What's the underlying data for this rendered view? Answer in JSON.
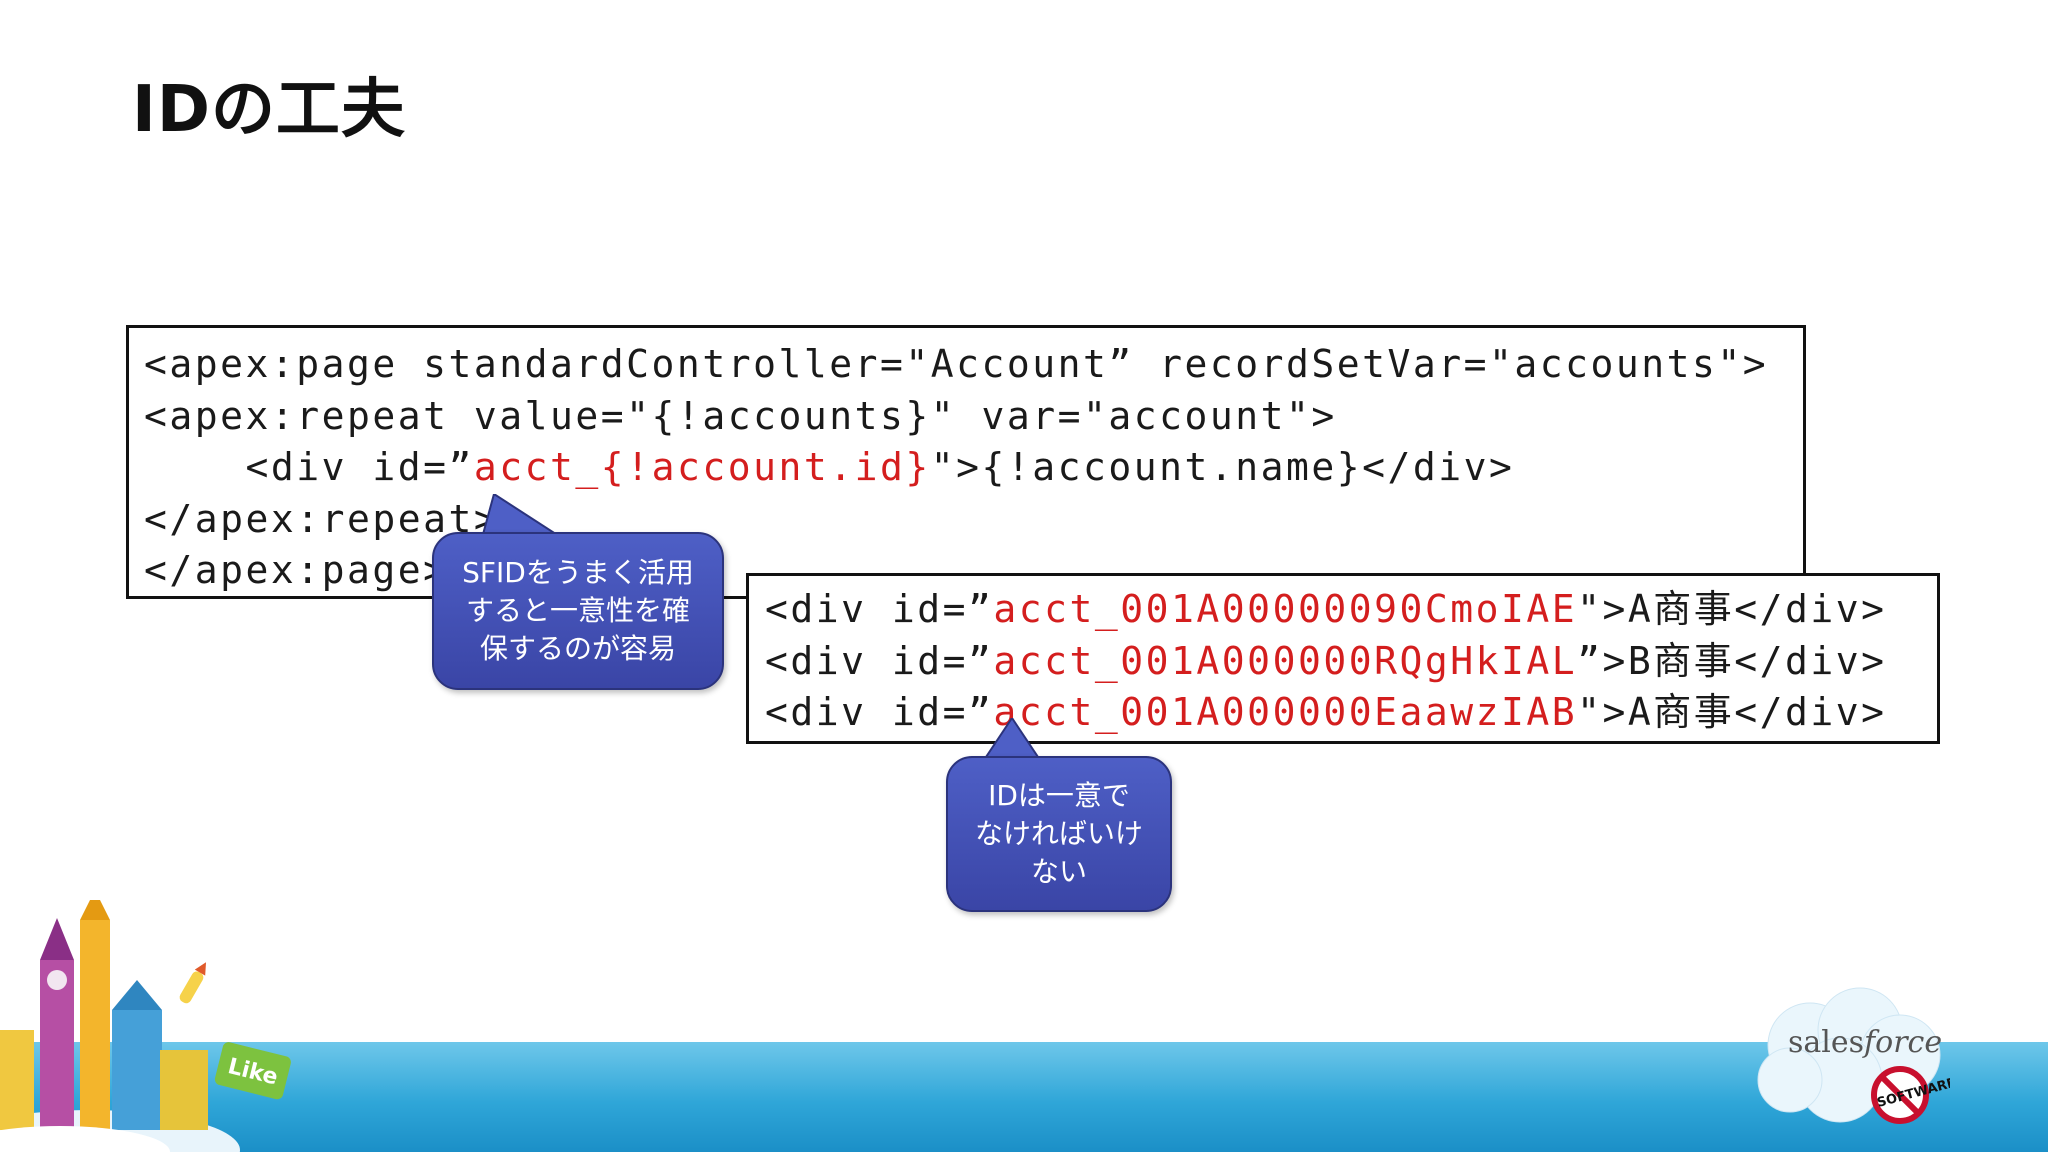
{
  "slide": {
    "title": "IDの工夫"
  },
  "code_main": {
    "lines": [
      [
        {
          "text": "<apex:page standardController=\"Account” recordSetVar=\"accounts\">"
        }
      ],
      [
        {
          "text": "<apex:repeat value=\"{!accounts}\" var=\"account\">"
        }
      ],
      [
        {
          "text": "    <div id=”"
        },
        {
          "text": "acct_{!account.id}",
          "hl": true
        },
        {
          "text": "\">{!account.name}</div>"
        }
      ],
      [
        {
          "text": "</apex:repeat>"
        }
      ],
      [
        {
          "text": "</apex:page>"
        }
      ]
    ]
  },
  "code_output": {
    "lines": [
      [
        {
          "text": "<div id=”"
        },
        {
          "text": "acct_001A00000090CmoIAE",
          "hl": true
        },
        {
          "text": "\">A商事</div>"
        }
      ],
      [
        {
          "text": "<div id=”"
        },
        {
          "text": "acct_001A000000RQgHkIAL",
          "hl": true
        },
        {
          "text": "”>B商事</div>"
        }
      ],
      [
        {
          "text": "<div id=”"
        },
        {
          "text": "acct_001A000000EaawzIAB",
          "hl": true
        },
        {
          "text": "\">A商事</div>"
        }
      ]
    ]
  },
  "callouts": {
    "sfid": "SFIDをうまく活用\nすると一意性を確\n保するのが容易",
    "unique": "IDは一意で\nなければいけ\nない"
  },
  "logo": {
    "brand": "salesforce",
    "badge": "NO SOFTWARE"
  },
  "colors": {
    "highlight": "#d41e1e",
    "callout": "#3f4bb0",
    "band": "#2fa6d8"
  }
}
